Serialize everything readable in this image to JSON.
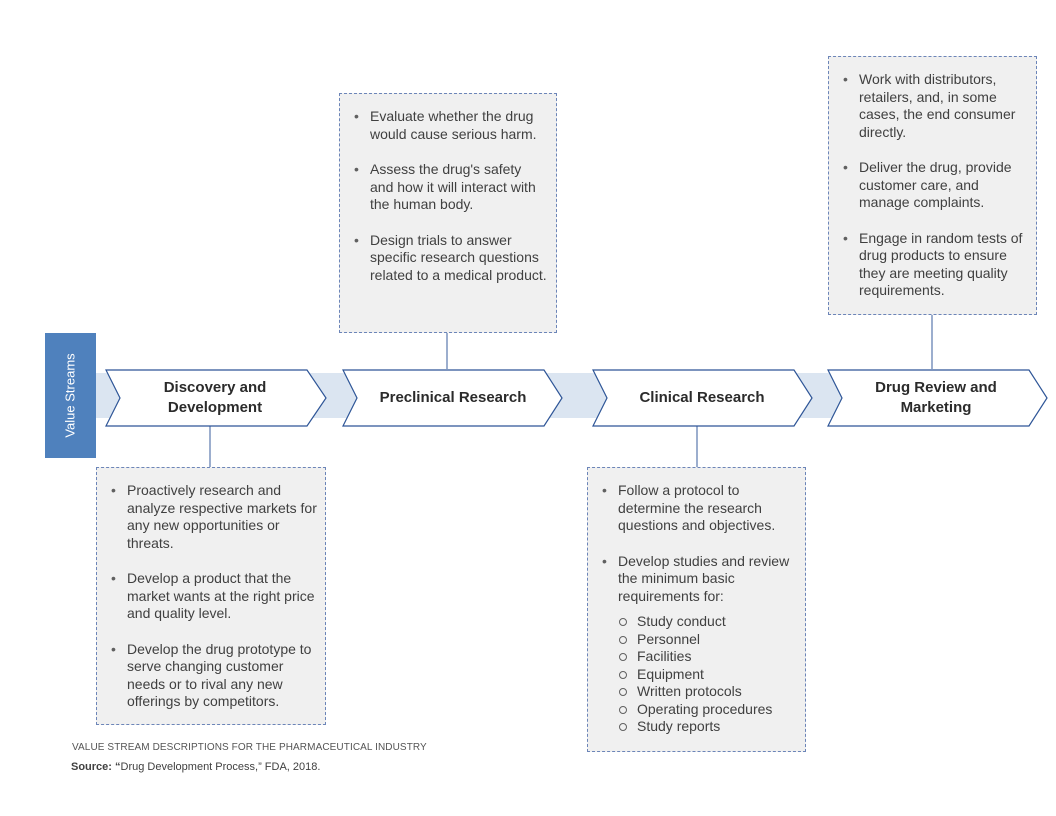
{
  "value_streams_label": "Value Streams",
  "stages": [
    {
      "id": "discovery",
      "title": "Discovery and Development"
    },
    {
      "id": "preclinical",
      "title": "Preclinical Research"
    },
    {
      "id": "clinical",
      "title": "Clinical Research"
    },
    {
      "id": "review",
      "title": "Drug Review and Marketing"
    }
  ],
  "notes": {
    "discovery": {
      "bullets": [
        "Proactively research and analyze respective markets for any new opportunities or threats.",
        "Develop a product that the market wants at the right price and quality level.",
        "Develop the drug prototype to serve changing customer needs or to rival any new offerings by competitors."
      ]
    },
    "preclinical": {
      "bullets": [
        "Evaluate whether the drug would cause serious harm.",
        "Assess the drug's safety and how it will interact with the human body.",
        "Design trials to answer specific research questions related to a medical product."
      ]
    },
    "clinical": {
      "bullets": [
        "Follow a protocol to determine the research questions and objectives.",
        "Develop studies and review the minimum basic requirements for:"
      ],
      "sub_items": [
        "Study conduct",
        "Personnel",
        "Facilities",
        "Equipment",
        "Written protocols",
        "Operating procedures",
        "Study reports"
      ]
    },
    "review": {
      "bullets": [
        "Work with distributors, retailers, and, in some cases, the end consumer directly.",
        "Deliver the drug, provide customer care, and manage complaints.",
        "Engage in random tests of drug products to ensure they are meeting quality requirements."
      ]
    }
  },
  "caption": "VALUE STREAM DESCRIPTIONS FOR THE PHARMACEUTICAL INDUSTRY",
  "source": {
    "label": "Source:",
    "quote_open": "“",
    "text": "Drug Development Process,” FDA, 2018."
  },
  "colors": {
    "value_stream_box": "#4f81bd",
    "band": "#dbe5f1",
    "chevron_border": "#2e5597",
    "connector": "#3a5e9c",
    "note_border": "#6c85b8",
    "note_fill": "#f0f0f0"
  }
}
